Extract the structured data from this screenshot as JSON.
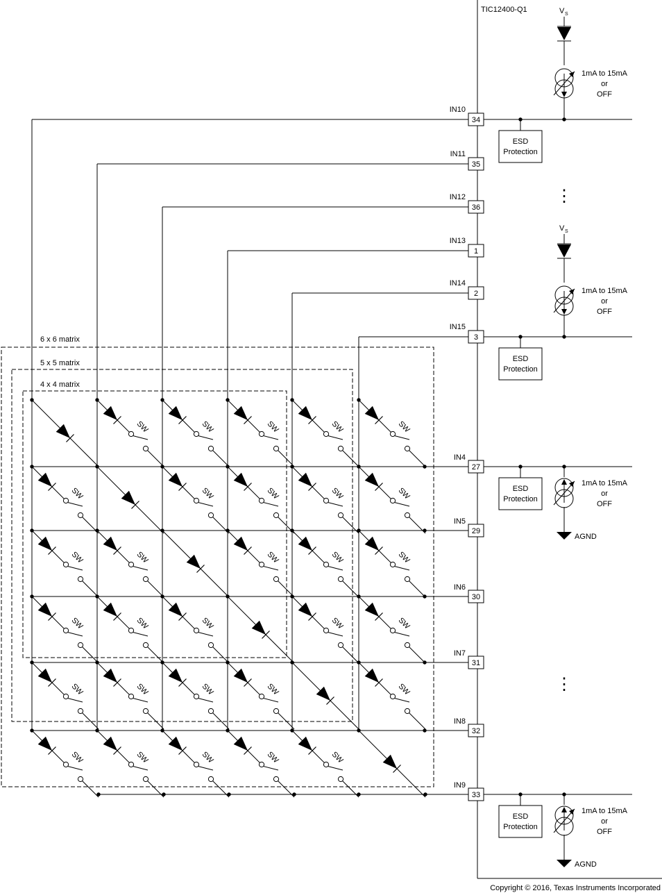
{
  "chip": {
    "name": "TIC12400-Q1"
  },
  "copyright": "Copyright © 2016, Texas Instruments Incorporated",
  "supply": {
    "base": "V",
    "sub": "S"
  },
  "ground_label": "AGND",
  "esd": {
    "line1": "ESD",
    "line2": "Protection"
  },
  "current_source": {
    "line1": "1mA to 15mA",
    "line2": "or",
    "line3": "OFF"
  },
  "ellipsis": "⋮",
  "switch_label": "SW",
  "columns": [
    {
      "name": "IN10",
      "pin": "34"
    },
    {
      "name": "IN11",
      "pin": "35"
    },
    {
      "name": "IN12",
      "pin": "36"
    },
    {
      "name": "IN13",
      "pin": "1"
    },
    {
      "name": "IN14",
      "pin": "2"
    },
    {
      "name": "IN15",
      "pin": "3"
    }
  ],
  "rows": [
    {
      "name": "IN4",
      "pin": "27"
    },
    {
      "name": "IN5",
      "pin": "29"
    },
    {
      "name": "IN6",
      "pin": "30"
    },
    {
      "name": "IN7",
      "pin": "31"
    },
    {
      "name": "IN8",
      "pin": "32"
    },
    {
      "name": "IN9",
      "pin": "33"
    }
  ],
  "matrices": [
    {
      "label": "6 x 6 matrix"
    },
    {
      "label": "5 x 5 matrix"
    },
    {
      "label": "4 x 4 matrix"
    }
  ]
}
